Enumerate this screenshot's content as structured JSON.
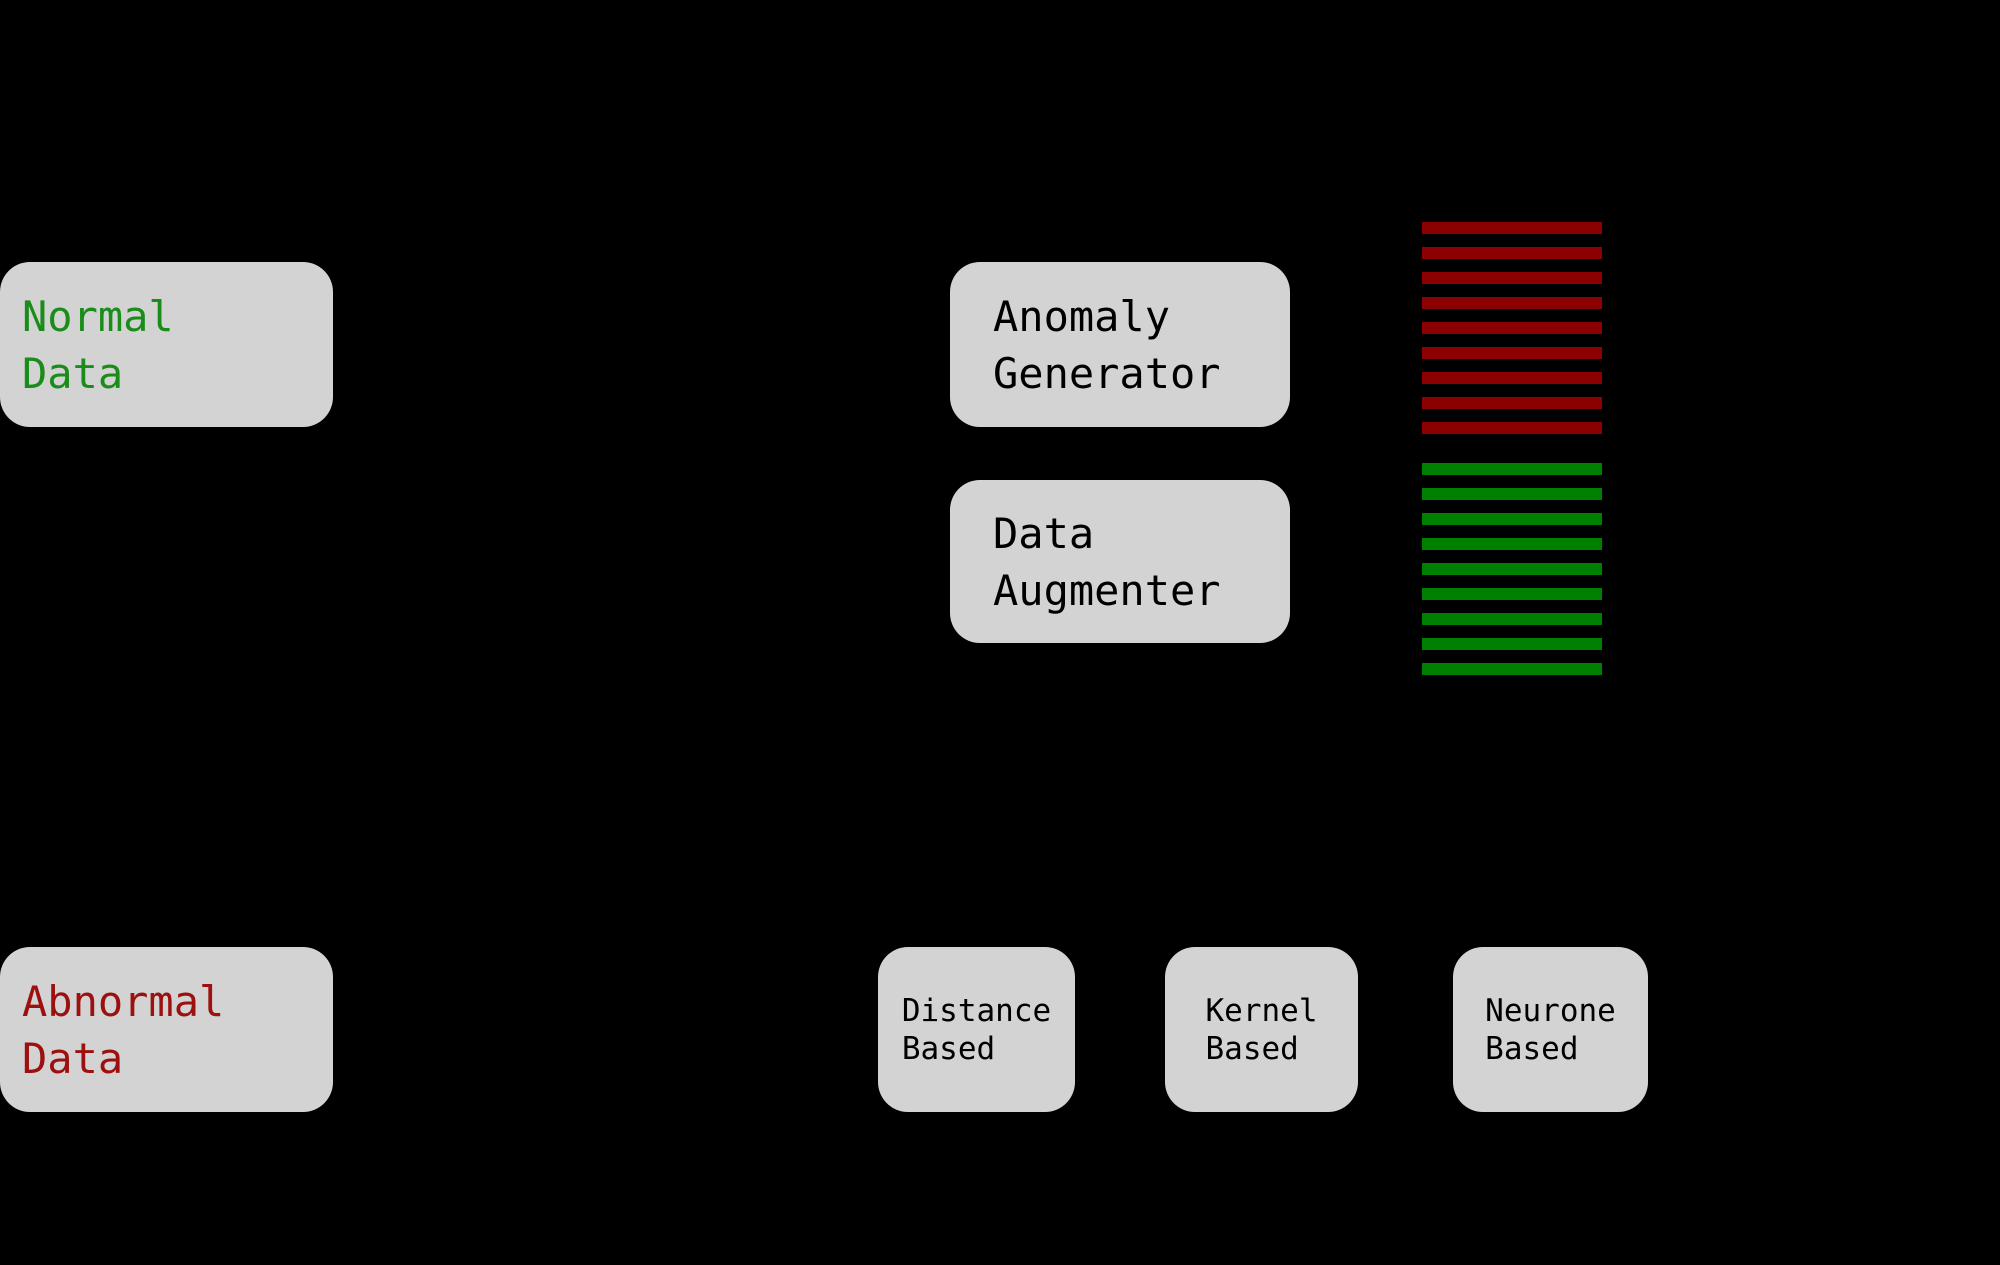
{
  "diagram": {
    "background_color": "#000000",
    "node_fill_color": "#d3d3d3",
    "nodes": {
      "normal_data": {
        "lines": [
          "Normal",
          "Data"
        ],
        "text_color": "#1a8c1a"
      },
      "abnormal_data": {
        "lines": [
          "Abnormal",
          "Data"
        ],
        "text_color": "#9c1010"
      },
      "anomaly_generator": {
        "lines": [
          "Anomaly",
          "Generator"
        ],
        "text_color": "#000000"
      },
      "data_augmenter": {
        "lines": [
          "Data",
          "Augmenter"
        ],
        "text_color": "#000000"
      },
      "distance_based": {
        "lines": [
          "Distance",
          "Based"
        ],
        "text_color": "#000000"
      },
      "kernel_based": {
        "lines": [
          "Kernel",
          "Based"
        ],
        "text_color": "#000000"
      },
      "neurone_based": {
        "lines": [
          "Neurone",
          "Based"
        ],
        "text_color": "#000000"
      }
    },
    "stripe_stacks": [
      {
        "name": "anomalous-samples",
        "count": 9,
        "color": "#8b0000"
      },
      {
        "name": "normal-samples",
        "count": 9,
        "color": "#008000"
      }
    ]
  }
}
